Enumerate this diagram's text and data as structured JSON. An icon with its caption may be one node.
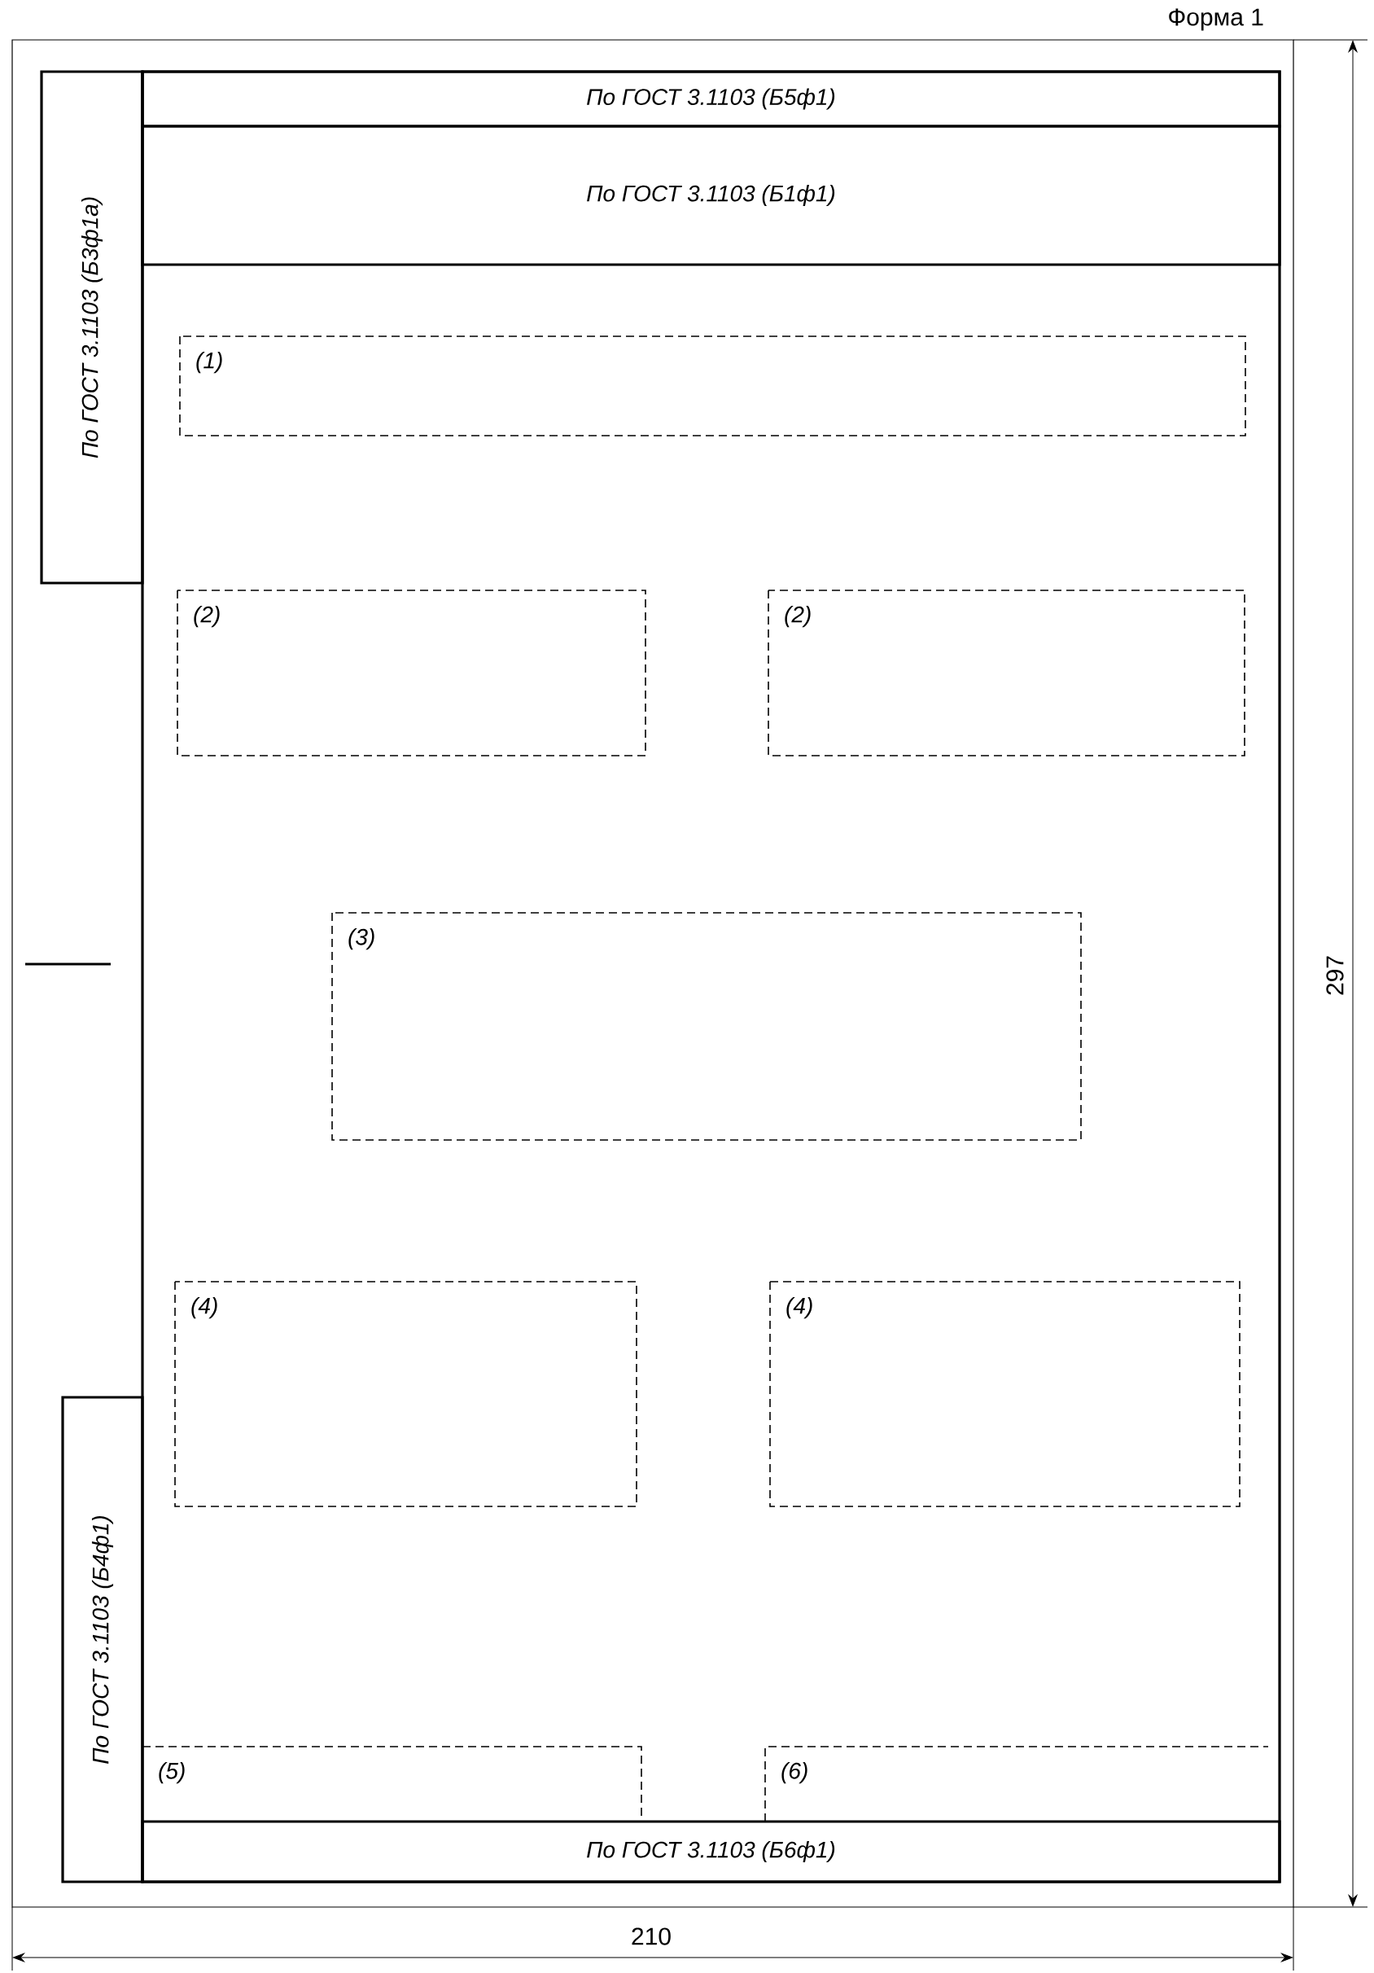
{
  "diagram": {
    "nodes": [
      {
        "text": [
          "По ГОСТ 3.1103 (Б5ф1)"
        ]
      },
      {
        "text": [
          "По ГОСТ 3.1103 (Б1ф1)"
        ]
      },
      {
        "text": [
          "По ГОСТ 3.1103 (Б3ф1а)"
        ]
      },
      {
        "text": [
          "(1)"
        ]
      },
      {
        "text": [
          "(2)"
        ]
      },
      {
        "text": [
          "(2)"
        ]
      },
      {
        "text": [
          "(3)"
        ]
      },
      {
        "text": [
          "(4)"
        ]
      },
      {
        "text": [
          "(4)"
        ]
      },
      {
        "text": [
          "По ГОСТ 3.1103 (Б4ф1)"
        ]
      },
      {
        "text": [
          "(5)"
        ]
      },
      {
        "text": [
          "(6)"
        ]
      },
      {
        "text": [
          "По ГОСТ 3.1103 (Б6ф1)"
        ]
      }
    ],
    "labels": [
      "Форма 1",
      "297",
      "210"
    ]
  }
}
